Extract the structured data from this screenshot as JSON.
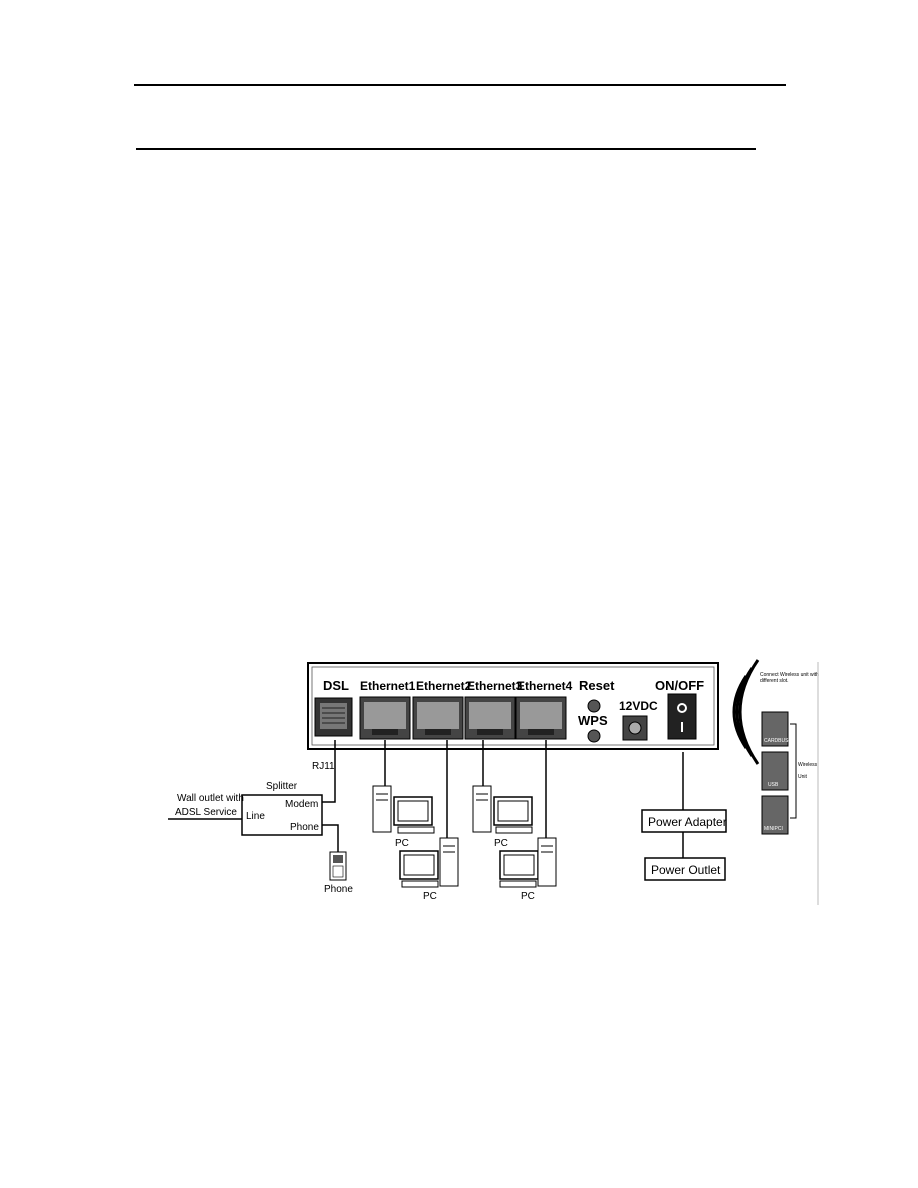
{
  "header_rules": 2,
  "diagram": {
    "router_ports": {
      "dsl": "DSL",
      "ethernet": [
        "Ethernet1",
        "Ethernet2",
        "Ethernet3",
        "Ethernet4"
      ],
      "reset": "Reset",
      "wps": "WPS",
      "power_jack": "12VDC",
      "switch": "ON/OFF"
    },
    "rj11": "RJ11",
    "splitter": {
      "title": "Splitter",
      "wall_outlet_line1": "Wall outlet with",
      "wall_outlet_line2": "ADSL Service",
      "line": "Line",
      "modem": "Modem",
      "phone": "Phone"
    },
    "phone_device": "Phone",
    "pc_label": "PC",
    "power_adapter": "Power Adapter",
    "power_outlet": "Power Outlet",
    "wireless": {
      "connect_note_line1": "Connect Wireless unit with",
      "connect_note_line2": "different slot.",
      "cards": [
        "CARDBUS",
        "USB",
        "MINIPCI"
      ],
      "unit_line1": "Wireless",
      "unit_line2": "Unit"
    }
  }
}
